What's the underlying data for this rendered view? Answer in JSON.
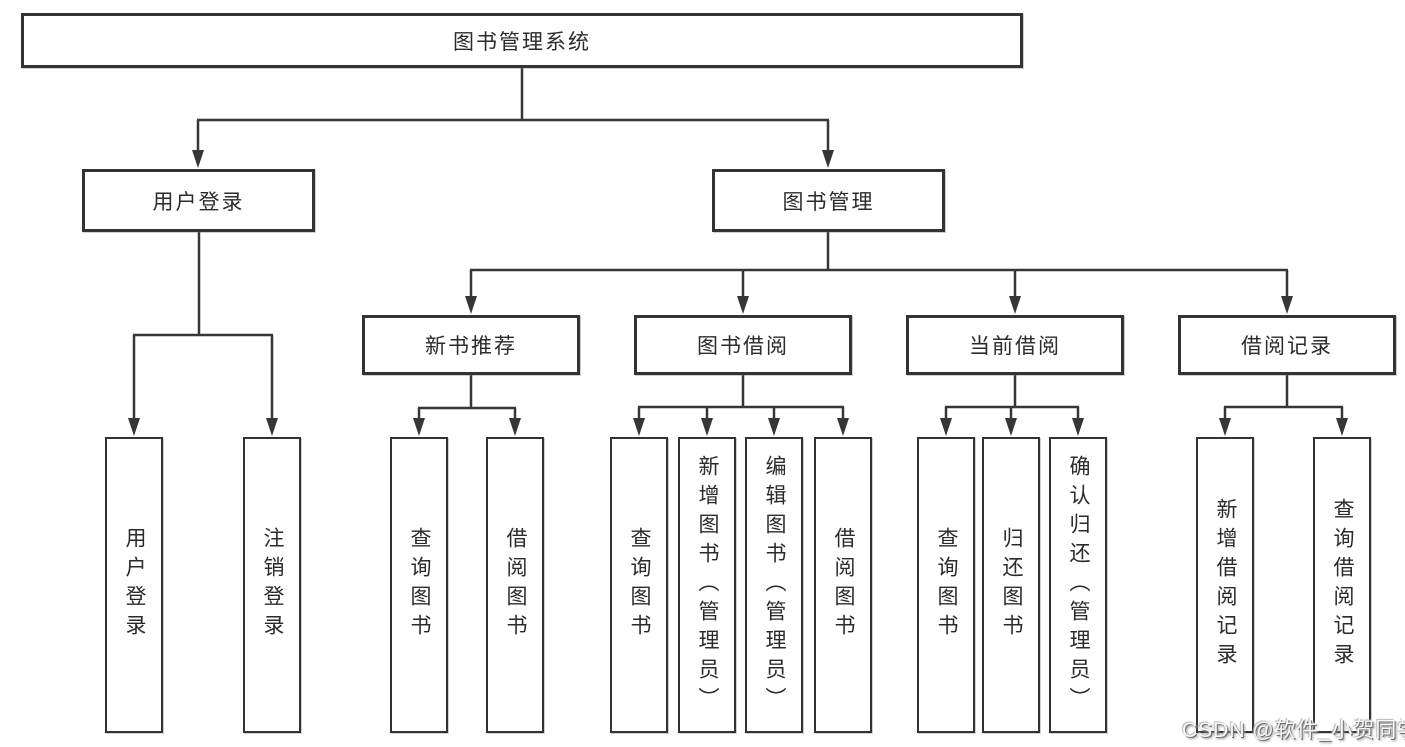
{
  "watermark": "CSDN @软件_小贺同学",
  "colors": {
    "line": "#363636",
    "border": "#333333",
    "text": "#2b2b2b",
    "background": "#ffffff"
  },
  "tree": {
    "root": {
      "label": "图书管理系统"
    },
    "branches": [
      {
        "label": "用户登录",
        "children": [
          {
            "label": "用户登录"
          },
          {
            "label": "注销登录"
          }
        ]
      },
      {
        "label": "图书管理",
        "children": [
          {
            "label": "新书推荐",
            "children": [
              {
                "label": "查询图书"
              },
              {
                "label": "借阅图书"
              }
            ]
          },
          {
            "label": "图书借阅",
            "children": [
              {
                "label": "查询图书"
              },
              {
                "label": "新增图书（管理员）"
              },
              {
                "label": "编辑图书（管理员）"
              },
              {
                "label": "借阅图书"
              }
            ]
          },
          {
            "label": "当前借阅",
            "children": [
              {
                "label": "查询图书"
              },
              {
                "label": "归还图书"
              },
              {
                "label": "确认归还（管理员）"
              }
            ]
          },
          {
            "label": "借阅记录",
            "children": [
              {
                "label": "新增借阅记录"
              },
              {
                "label": "查询借阅记录"
              }
            ]
          }
        ]
      }
    ]
  }
}
